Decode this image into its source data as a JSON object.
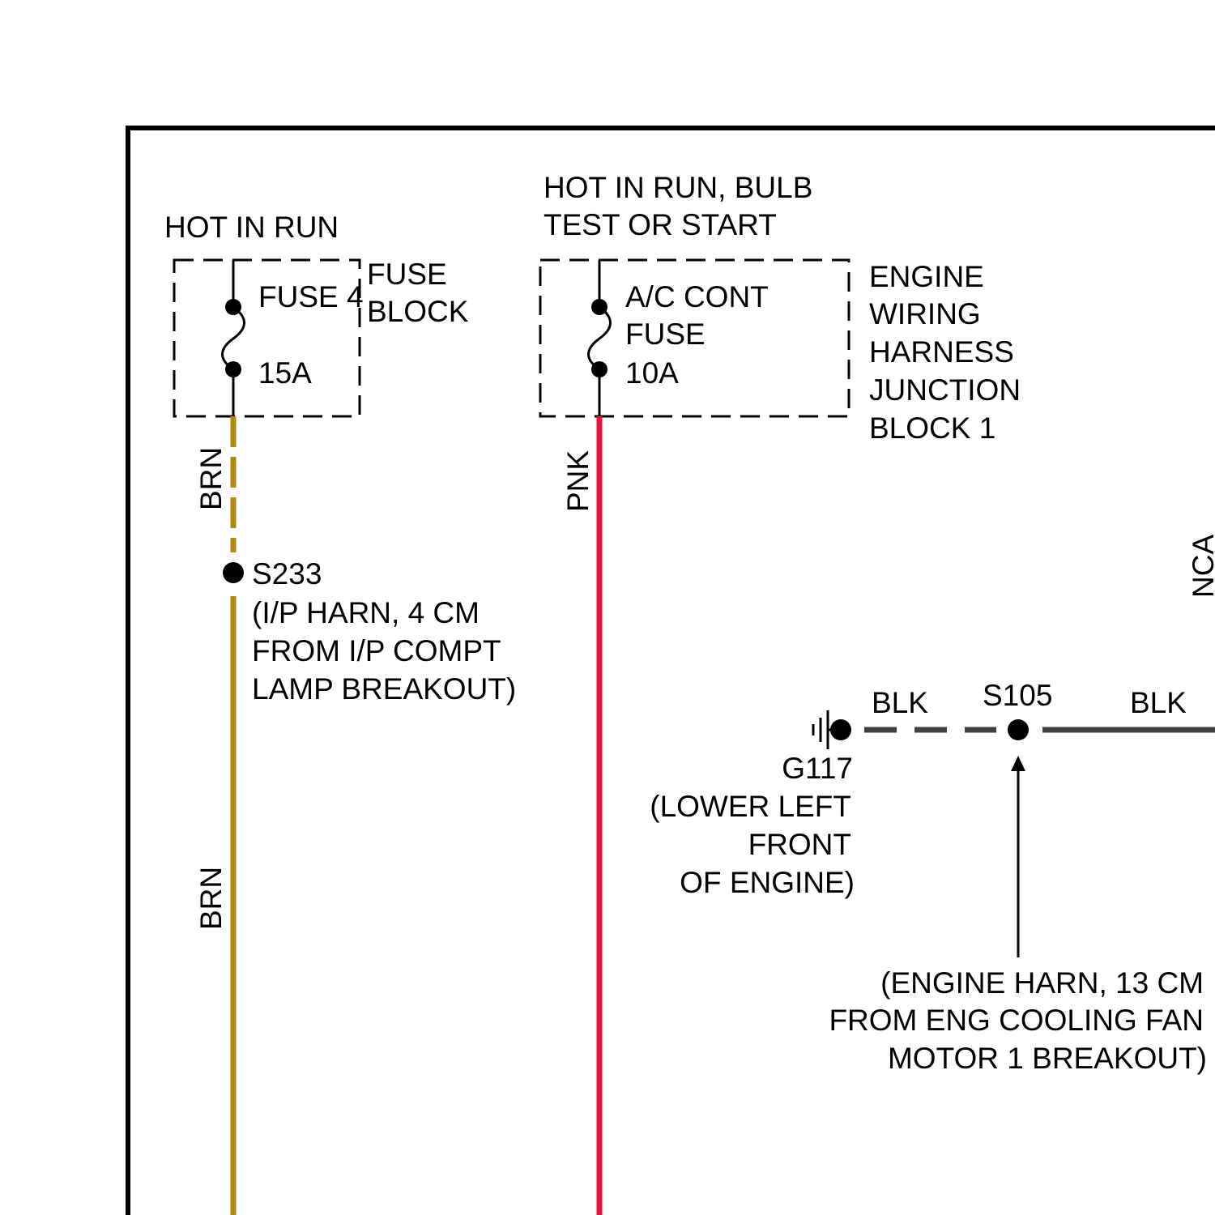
{
  "colors": {
    "frame": "#000000",
    "brn": "#B08A12",
    "pnk": "#E8103C",
    "blk": "#404040"
  },
  "left": {
    "hot_label": "HOT IN RUN",
    "block_label": [
      "FUSE",
      "BLOCK"
    ],
    "fuse_name": "FUSE 4",
    "fuse_rating": "15A",
    "wire_upper": "BRN",
    "wire_lower": "BRN",
    "splice_id": "S233",
    "splice_desc": [
      "(I/P HARN, 4 CM",
      "FROM I/P COMPT",
      "LAMP BREAKOUT)"
    ]
  },
  "middle": {
    "hot_label": [
      "HOT IN RUN, BULB",
      "TEST OR START"
    ],
    "block_label": [
      "ENGINE",
      "WIRING",
      "HARNESS",
      "JUNCTION",
      "BLOCK 1"
    ],
    "fuse_name": [
      "A/C CONT",
      "FUSE"
    ],
    "fuse_rating": "10A",
    "wire": "PNK"
  },
  "ground": {
    "id": "G117",
    "desc": [
      "(LOWER LEFT",
      "FRONT",
      "OF ENGINE)"
    ],
    "wire_left": "BLK",
    "wire_right": "BLK",
    "splice_id": "S105",
    "splice_desc": [
      "(ENGINE HARN, 13 CM",
      "FROM ENG COOLING FAN",
      "MOTOR 1 BREAKOUT)"
    ]
  },
  "edge_label": "NCA"
}
